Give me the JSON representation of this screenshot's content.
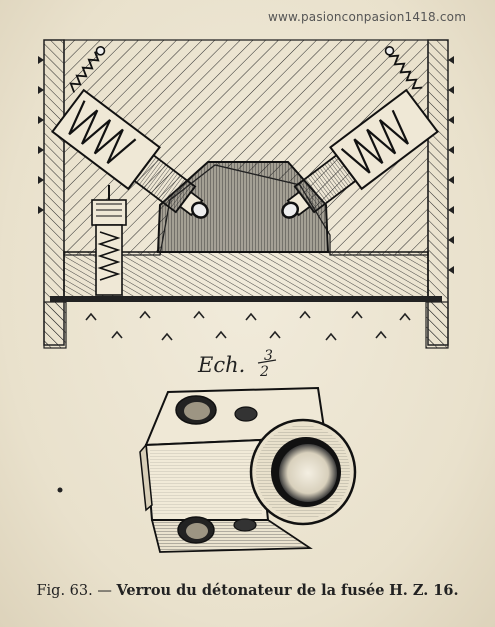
{
  "watermark": "www.pasionconpasion1418.com",
  "scale": {
    "prefix": "Ech.",
    "numerator": "3",
    "denominator": "2"
  },
  "caption": {
    "fig_label": "Fig. 63.",
    "dash": " — ",
    "text": "Verrou du détonateur de la fusée",
    "designation": "H. Z. 16."
  }
}
